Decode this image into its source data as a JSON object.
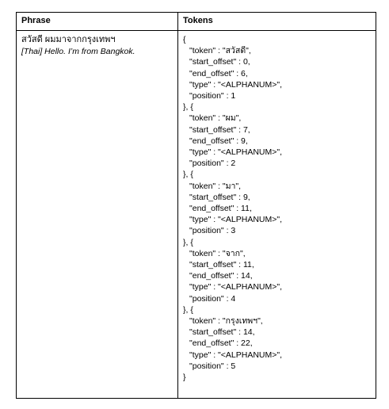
{
  "table": {
    "headers": {
      "phrase": "Phrase",
      "tokens": "Tokens"
    },
    "row": {
      "phrase": "สวัสดี ผมมาจากกรุงเทพฯ",
      "translation": "[Thai] Hello. I’m from Bangkok.",
      "tokens_lines": [
        "{",
        "\"token\" : \"สวัสดี\",",
        "\"start_offset\" : 0,",
        "\"end_offset\" : 6,",
        "\"type\" : \"<ALPHANUM>\",",
        "\"position\" : 1",
        "}, {",
        "\"token\" : \"ผม\",",
        "\"start_offset\" : 7,",
        "\"end_offset\" : 9,",
        "\"type\" : \"<ALPHANUM>\",",
        "\"position\" : 2",
        "}, {",
        "\"token\" : \"มา\",",
        "\"start_offset\" : 9,",
        "\"end_offset\" : 11,",
        "\"type\" : \"<ALPHANUM>\",",
        "\"position\" : 3",
        "}, {",
        "\"token\" : \"จาก\",",
        "\"start_offset\" : 11,",
        "\"end_offset\" : 14,",
        "\"type\" : \"<ALPHANUM>\",",
        "\"position\" : 4",
        "}, {",
        "\"token\" : \"กรุงเทพฯ\",",
        "\"start_offset\" : 14,",
        "\"end_offset\" : 22,",
        "\"type\" : \"<ALPHANUM>\",",
        "\"position\" : 5",
        "}"
      ]
    }
  }
}
